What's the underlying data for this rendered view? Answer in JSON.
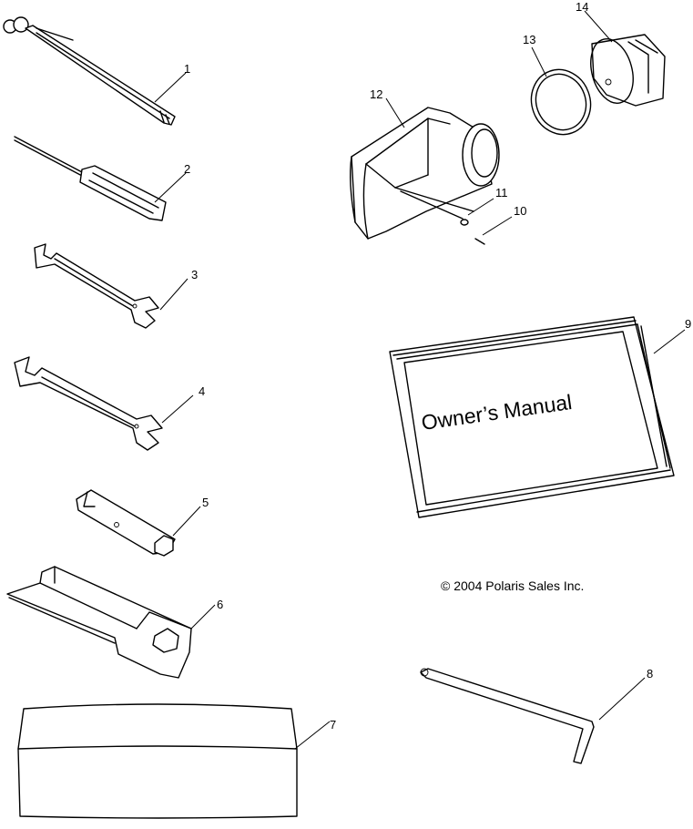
{
  "callouts": {
    "c1": "1",
    "c2": "2",
    "c3": "3",
    "c4": "4",
    "c5": "5",
    "c6": "6",
    "c7": "7",
    "c8": "8",
    "c9": "9",
    "c10": "10",
    "c11": "11",
    "c12": "12",
    "c13": "13",
    "c14": "14"
  },
  "manual": {
    "title": "Owner’s Manual"
  },
  "footer": {
    "copyright": "© 2004 Polaris Sales Inc."
  },
  "colors": {
    "line": "#000000",
    "background": "#ffffff"
  }
}
